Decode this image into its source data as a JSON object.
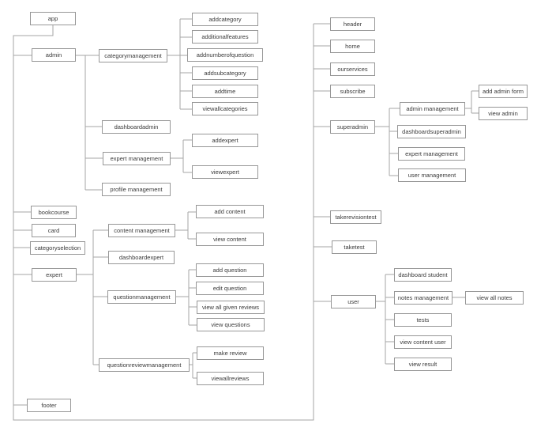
{
  "colors": {
    "background": "#ffffff",
    "line": "#a6a6a6",
    "box_border": "#979797",
    "text": "#3a3a3a"
  },
  "diagram": {
    "type": "hierarchy-tree",
    "root": "app",
    "nodes": {
      "app": {
        "label": "app"
      },
      "admin": {
        "label": "admin"
      },
      "bookcourse": {
        "label": "bookcourse"
      },
      "card": {
        "label": "card"
      },
      "categoryselection": {
        "label": "categoryselection"
      },
      "expert": {
        "label": "expert"
      },
      "footer": {
        "label": "footer"
      },
      "categorymanagement": {
        "label": "categorymanagement"
      },
      "dashboardadmin": {
        "label": "dashboardadmin"
      },
      "expert_management_admin": {
        "label": "expert management"
      },
      "profile_management": {
        "label": "profile management"
      },
      "addcategory": {
        "label": "addcategory"
      },
      "additionalfeatures": {
        "label": "additionalfeatures"
      },
      "addnumberofquestion": {
        "label": "addnumberofquestion"
      },
      "addsubcategory": {
        "label": "addsubcategory"
      },
      "addtime": {
        "label": "addtime"
      },
      "viewallcategories": {
        "label": "viewallcategories"
      },
      "addexpert": {
        "label": "addexpert"
      },
      "viewexpert": {
        "label": "viewexpert"
      },
      "content_management": {
        "label": "content management"
      },
      "dashboardexpert": {
        "label": "dashboardexpert"
      },
      "questionmanagement": {
        "label": "questionmanagement"
      },
      "questionreviewmanagement": {
        "label": "questionreviewmanagement"
      },
      "add_content": {
        "label": "add content"
      },
      "view_content": {
        "label": "view content"
      },
      "add_question": {
        "label": "add question"
      },
      "edit_question": {
        "label": "edit question"
      },
      "view_all_given_reviews": {
        "label": "view all given reviews"
      },
      "view_questions": {
        "label": "view questions"
      },
      "make_review": {
        "label": "make review"
      },
      "viewallreviews": {
        "label": "viewallreviews"
      },
      "header": {
        "label": "header"
      },
      "home": {
        "label": "home"
      },
      "ourservices": {
        "label": "ourservices"
      },
      "subscribe": {
        "label": "subscribe"
      },
      "superadmin": {
        "label": "superadmin"
      },
      "takerevisiontest": {
        "label": "takerevisiontest"
      },
      "taketest": {
        "label": "taketest"
      },
      "user": {
        "label": "user"
      },
      "admin_management": {
        "label": "admin management"
      },
      "dashboardsuperadmin": {
        "label": "dashboardsuperadmin"
      },
      "expert_management_superadmin": {
        "label": "expert management"
      },
      "user_management": {
        "label": "user management"
      },
      "add_admin_form": {
        "label": "add admin form"
      },
      "view_admin": {
        "label": "view admin"
      },
      "dashboard_student": {
        "label": "dashboard student"
      },
      "notes_management": {
        "label": "notes management"
      },
      "tests": {
        "label": "tests"
      },
      "view_content_user": {
        "label": "view content user"
      },
      "view_result": {
        "label": "view result"
      },
      "view_all_notes": {
        "label": "view all notes"
      }
    },
    "edges": [
      [
        "app",
        "admin"
      ],
      [
        "app",
        "bookcourse"
      ],
      [
        "app",
        "card"
      ],
      [
        "app",
        "categoryselection"
      ],
      [
        "app",
        "expert"
      ],
      [
        "app",
        "footer"
      ],
      [
        "app",
        "header"
      ],
      [
        "app",
        "home"
      ],
      [
        "app",
        "ourservices"
      ],
      [
        "app",
        "subscribe"
      ],
      [
        "app",
        "superadmin"
      ],
      [
        "app",
        "takerevisiontest"
      ],
      [
        "app",
        "taketest"
      ],
      [
        "app",
        "user"
      ],
      [
        "admin",
        "categorymanagement"
      ],
      [
        "admin",
        "dashboardadmin"
      ],
      [
        "admin",
        "expert_management_admin"
      ],
      [
        "admin",
        "profile_management"
      ],
      [
        "categorymanagement",
        "addcategory"
      ],
      [
        "categorymanagement",
        "additionalfeatures"
      ],
      [
        "categorymanagement",
        "addnumberofquestion"
      ],
      [
        "categorymanagement",
        "addsubcategory"
      ],
      [
        "categorymanagement",
        "addtime"
      ],
      [
        "categorymanagement",
        "viewallcategories"
      ],
      [
        "expert_management_admin",
        "addexpert"
      ],
      [
        "expert_management_admin",
        "viewexpert"
      ],
      [
        "expert",
        "content_management"
      ],
      [
        "expert",
        "dashboardexpert"
      ],
      [
        "expert",
        "questionmanagement"
      ],
      [
        "expert",
        "questionreviewmanagement"
      ],
      [
        "content_management",
        "add_content"
      ],
      [
        "content_management",
        "view_content"
      ],
      [
        "questionmanagement",
        "add_question"
      ],
      [
        "questionmanagement",
        "edit_question"
      ],
      [
        "questionmanagement",
        "view_all_given_reviews"
      ],
      [
        "questionmanagement",
        "view_questions"
      ],
      [
        "questionreviewmanagement",
        "make_review"
      ],
      [
        "questionreviewmanagement",
        "viewallreviews"
      ],
      [
        "superadmin",
        "admin_management"
      ],
      [
        "superadmin",
        "dashboardsuperadmin"
      ],
      [
        "superadmin",
        "expert_management_superadmin"
      ],
      [
        "superadmin",
        "user_management"
      ],
      [
        "admin_management",
        "add_admin_form"
      ],
      [
        "admin_management",
        "view_admin"
      ],
      [
        "user",
        "dashboard_student"
      ],
      [
        "user",
        "notes_management"
      ],
      [
        "user",
        "tests"
      ],
      [
        "user",
        "view_content_user"
      ],
      [
        "user",
        "view_result"
      ],
      [
        "notes_management",
        "view_all_notes"
      ]
    ]
  }
}
